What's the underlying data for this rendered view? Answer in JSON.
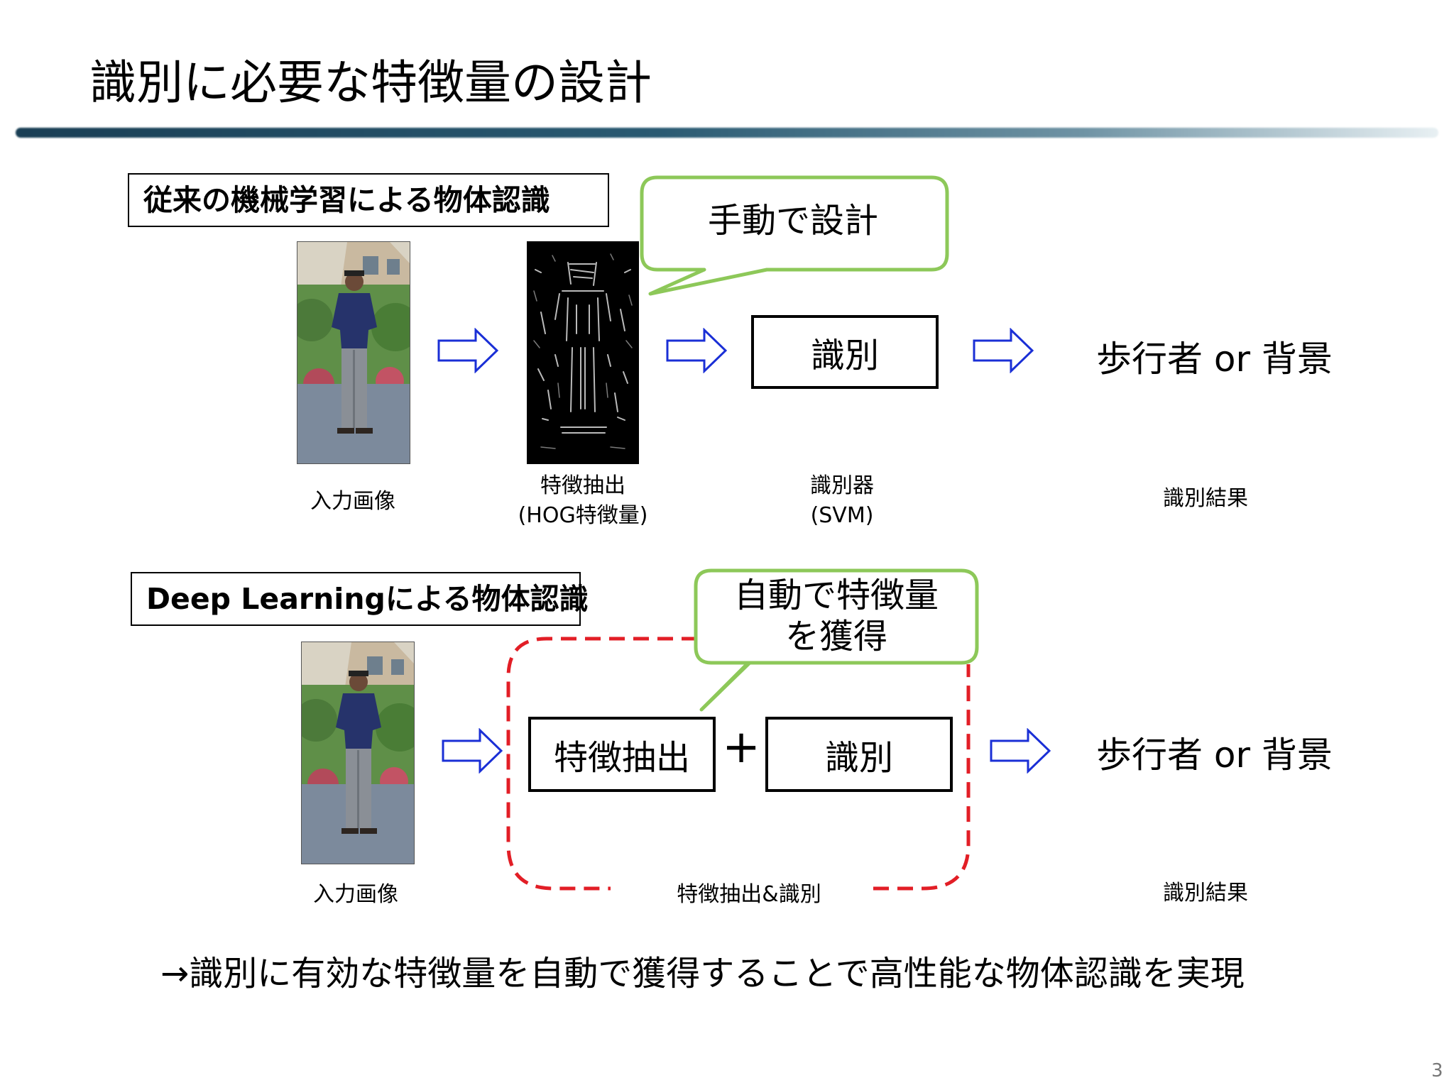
{
  "slide": {
    "title": "識別に必要な特徴量の設計",
    "page_number": "3",
    "conclusion": "→識別に有効な特徴量を自動で獲得することで高性能な物体認識を実現"
  },
  "traditional": {
    "heading": "従来の機械学習による物体認識",
    "callout": "手動で設計",
    "input_caption": "入力画像",
    "feature_caption_line1": "特徴抽出",
    "feature_caption_line2": "(HOG特徴量)",
    "classifier_box": "識別",
    "classifier_caption_line1": "識別器",
    "classifier_caption_line2": "(SVM)",
    "result": "歩行者 or 背景",
    "result_caption": "識別結果"
  },
  "deep_learning": {
    "heading": "Deep Learningによる物体認識",
    "callout_line1": "自動で特徴量",
    "callout_line2": "を獲得",
    "input_caption": "入力画像",
    "feature_box": "特徴抽出",
    "plus": "+",
    "classifier_box": "識別",
    "group_caption": "特徴抽出&識別",
    "result": "歩行者 or 背景",
    "result_caption": "識別結果"
  },
  "colors": {
    "callout_border": "#8dc859",
    "arrow_outline": "#1a2fd6",
    "dashed_group": "#e21e26",
    "title_rule": "#1a3f55"
  }
}
